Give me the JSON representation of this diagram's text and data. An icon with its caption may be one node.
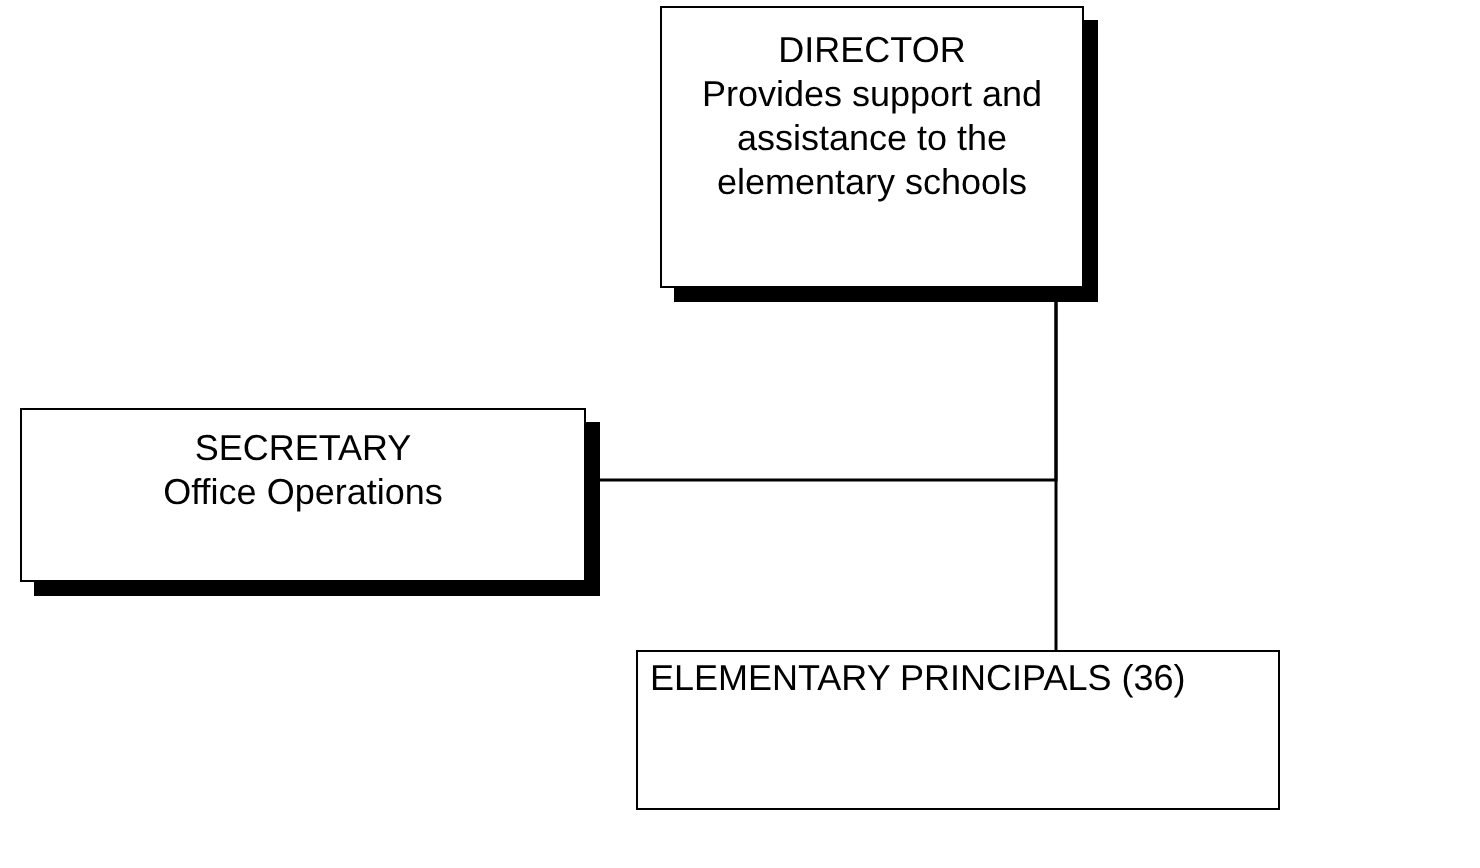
{
  "diagram": {
    "nodes": [
      {
        "text": [
          "DIRECTOR",
          "Provides support and assistance to the elementary schools"
        ]
      },
      {
        "text": [
          "SECRETARY",
          "Office Operations"
        ]
      },
      {
        "text": [
          "ELEMENTARY PRINCIPALS (36)"
        ]
      }
    ],
    "edges": [
      {
        "from": 0,
        "to": 2,
        "arrow": "none"
      },
      {
        "from": 0,
        "to": 1,
        "arrow": "none"
      }
    ]
  }
}
